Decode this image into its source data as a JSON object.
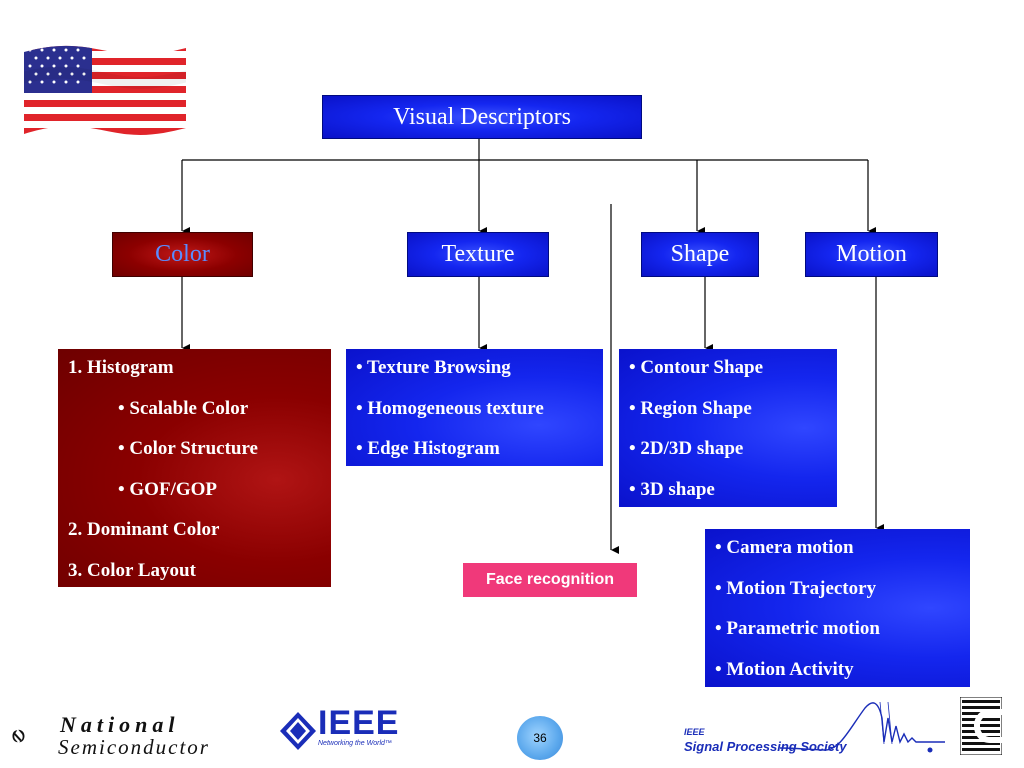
{
  "diagram": {
    "root": "Visual Descriptors",
    "categories": {
      "color": "Color",
      "texture": "Texture",
      "shape": "Shape",
      "motion": "Motion"
    },
    "color_items": [
      "1. Histogram",
      "• Scalable Color",
      "• Color Structure",
      "• GOF/GOP",
      "2. Dominant Color",
      "3. Color Layout"
    ],
    "texture_items": [
      "• Texture Browsing",
      "• Homogeneous texture",
      "• Edge Histogram"
    ],
    "shape_items": [
      "• Contour Shape",
      "• Region Shape",
      "• 2D/3D shape",
      "• 3D shape"
    ],
    "motion_items": [
      "• Camera motion",
      "• Motion Trajectory",
      "• Parametric motion",
      "• Motion Activity"
    ],
    "face_recognition": "Face recognition"
  },
  "footer": {
    "national_line1": "National",
    "national_line2": "Semiconductor",
    "ieee": "IEEE",
    "ieee_tagline": "Networking the World™",
    "page_number": "36",
    "sps_line1": "IEEE",
    "sps_line2": "Signal Processing Society"
  },
  "colors": {
    "box_blue": "#1426f0",
    "box_red": "#8c0000",
    "face_pink": "#f0397a",
    "color_label": "#5a8cff"
  }
}
